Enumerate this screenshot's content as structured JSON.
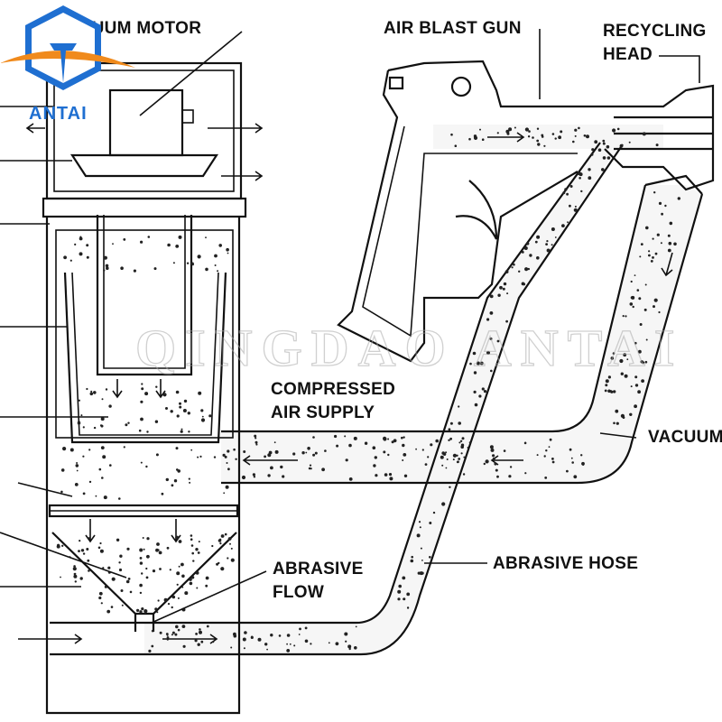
{
  "logo": {
    "text": "ANTAI",
    "color_blue": "#1f6fd1",
    "color_orange": "#f08a1c"
  },
  "watermark": {
    "text": "QINGDAO ANTAI"
  },
  "labels": {
    "vacuum_motor": "VACUUM MOTOR",
    "air_blast_gun": "AIR BLAST GUN",
    "recycling_head_1": "RECYCLING",
    "recycling_head_2": "HEAD",
    "compressed_air_1": "COMPRESSED",
    "compressed_air_2": "AIR SUPPLY",
    "vacuum": "VACUUM",
    "abrasive_flow_1": "ABRASIVE",
    "abrasive_flow_2": "FLOW",
    "abrasive_hose": "ABRASIVE HOSE"
  }
}
